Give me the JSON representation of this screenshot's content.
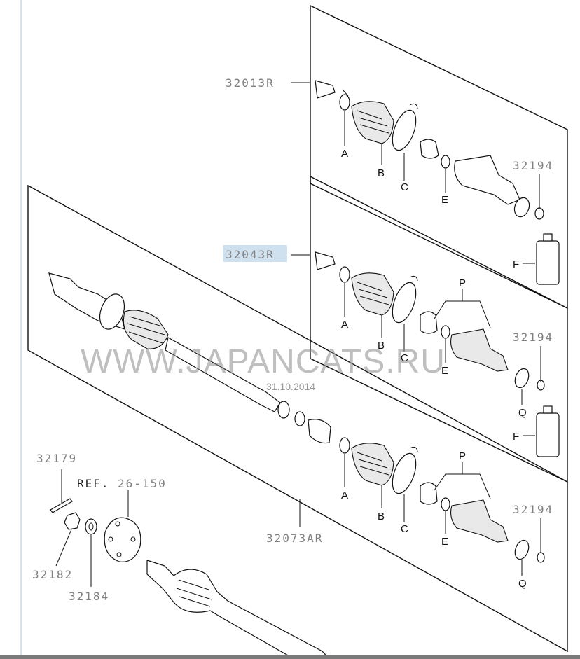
{
  "diagram": {
    "assemblies": {
      "upper": "32013R",
      "middle": "32043R",
      "lower": "32073AR"
    },
    "part_numbers": {
      "clip_right": "32194",
      "pin": "32179",
      "nut": "32182",
      "washer": "32184"
    },
    "reference": {
      "prefix": "REF.",
      "code": "26-150"
    },
    "letters": {
      "A": "A",
      "B": "B",
      "C": "C",
      "E": "E",
      "F": "F",
      "P": "P",
      "Q": "Q"
    },
    "watermark": "WWW.JAPANCATS.RU",
    "date_stamp": "31.10.2014"
  }
}
